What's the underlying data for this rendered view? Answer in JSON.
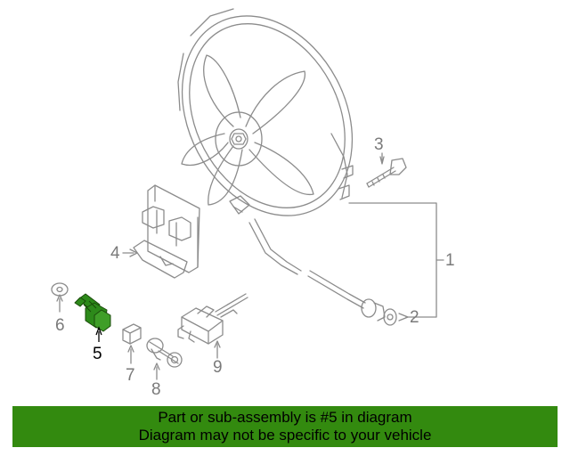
{
  "diagram": {
    "callouts": {
      "c1": "1",
      "c2": "2",
      "c3": "3",
      "c4": "4",
      "c5": "5",
      "c6": "6",
      "c7": "7",
      "c8": "8",
      "c9": "9"
    },
    "selected_part": "5"
  },
  "banner": {
    "line1": "Part or sub-assembly is #5 in diagram",
    "line2": "Diagram may not be specific to your vehicle"
  },
  "colors": {
    "banner_bg": "#338a0f",
    "highlight_part": "#2d8a1a",
    "line_art": "#8c8c8c",
    "active_callout": "#000000",
    "inactive_callout": "#7a7a7a"
  }
}
